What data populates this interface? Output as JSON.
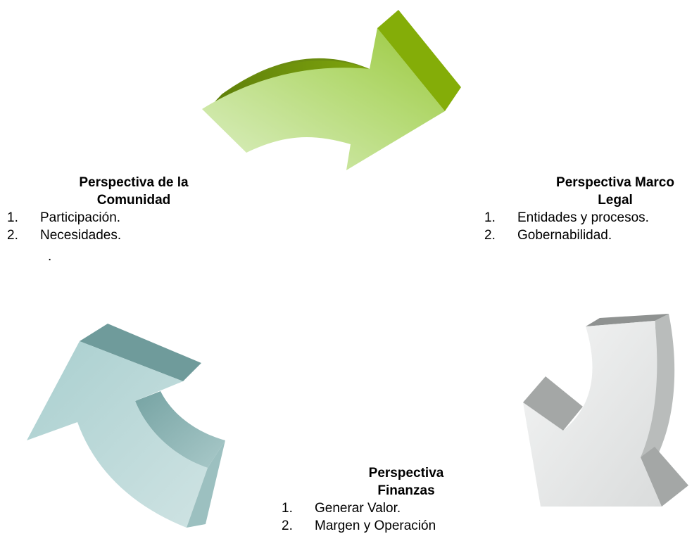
{
  "perspectives": {
    "comunidad": {
      "title_line1": "Perspectiva de la",
      "title_line2": "Comunidad",
      "items": [
        {
          "num": "1.",
          "text": "Participación."
        },
        {
          "num": "2.",
          "text": "Necesidades."
        }
      ],
      "trailing": "."
    },
    "marco_legal": {
      "title_line1": "Perspectiva Marco",
      "title_line2": "Legal",
      "items": [
        {
          "num": "1.",
          "text": "Entidades y procesos."
        },
        {
          "num": "2.",
          "text": "Gobernabilidad."
        }
      ]
    },
    "finanzas": {
      "title_line1": "Perspectiva",
      "title_line2": "Finanzas",
      "items": [
        {
          "num": "1.",
          "text": "Generar Valor."
        },
        {
          "num": "2.",
          "text": "Margen y Operación"
        }
      ]
    }
  },
  "colors": {
    "green_light": "#d4eab4",
    "green_mid": "#a6cf52",
    "green_dark": "#7fa80c",
    "green_shade": "#6b8c10",
    "gray_light": "#eef0ef",
    "gray_mid": "#c7cac9",
    "gray_dark": "#9ea1a0",
    "teal_light": "#c3dcdc",
    "teal_mid": "#93bcbc",
    "teal_dark": "#6a9494"
  }
}
